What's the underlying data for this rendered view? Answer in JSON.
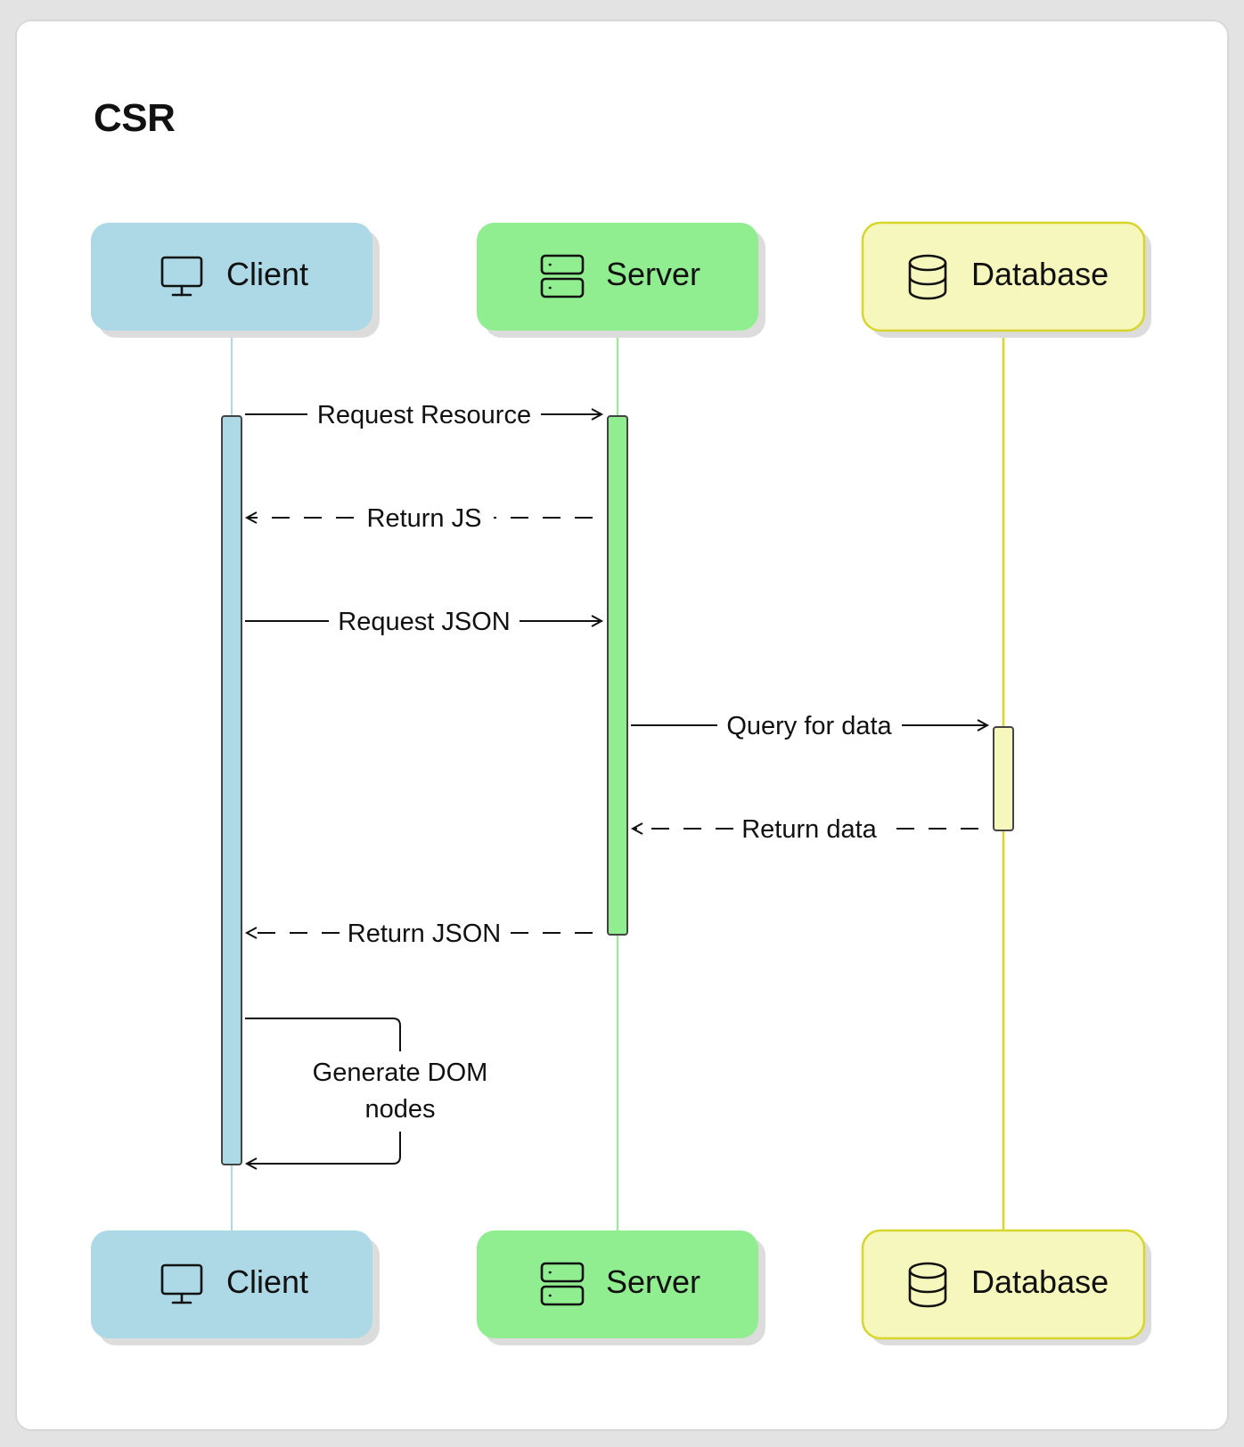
{
  "title": "CSR",
  "participants": [
    {
      "id": "client",
      "label": "Client",
      "icon": "monitor-icon",
      "fill": "#add8e6",
      "stroke": "#add8e6",
      "line": "#add8e6"
    },
    {
      "id": "server",
      "label": "Server",
      "icon": "server-icon",
      "fill": "#90ee90",
      "stroke": "#90ee90",
      "line": "#90ee90"
    },
    {
      "id": "database",
      "label": "Database",
      "icon": "database-icon",
      "fill": "#f6f7bd",
      "stroke": "#d6d62c",
      "line": "#d6d62c"
    }
  ],
  "messages": [
    {
      "label": "Request Resource",
      "from": "client",
      "to": "server",
      "style": "solid"
    },
    {
      "label": "Return JS",
      "from": "server",
      "to": "client",
      "style": "dashed"
    },
    {
      "label": "Request JSON",
      "from": "client",
      "to": "server",
      "style": "solid"
    },
    {
      "label": "Query for data",
      "from": "server",
      "to": "database",
      "style": "solid"
    },
    {
      "label": "Return data",
      "from": "database",
      "to": "server",
      "style": "dashed"
    },
    {
      "label": "Return JSON",
      "from": "server",
      "to": "client",
      "style": "dashed"
    },
    {
      "label_lines": [
        "Generate DOM",
        "nodes"
      ],
      "from": "client",
      "to": "client",
      "style": "self"
    }
  ]
}
